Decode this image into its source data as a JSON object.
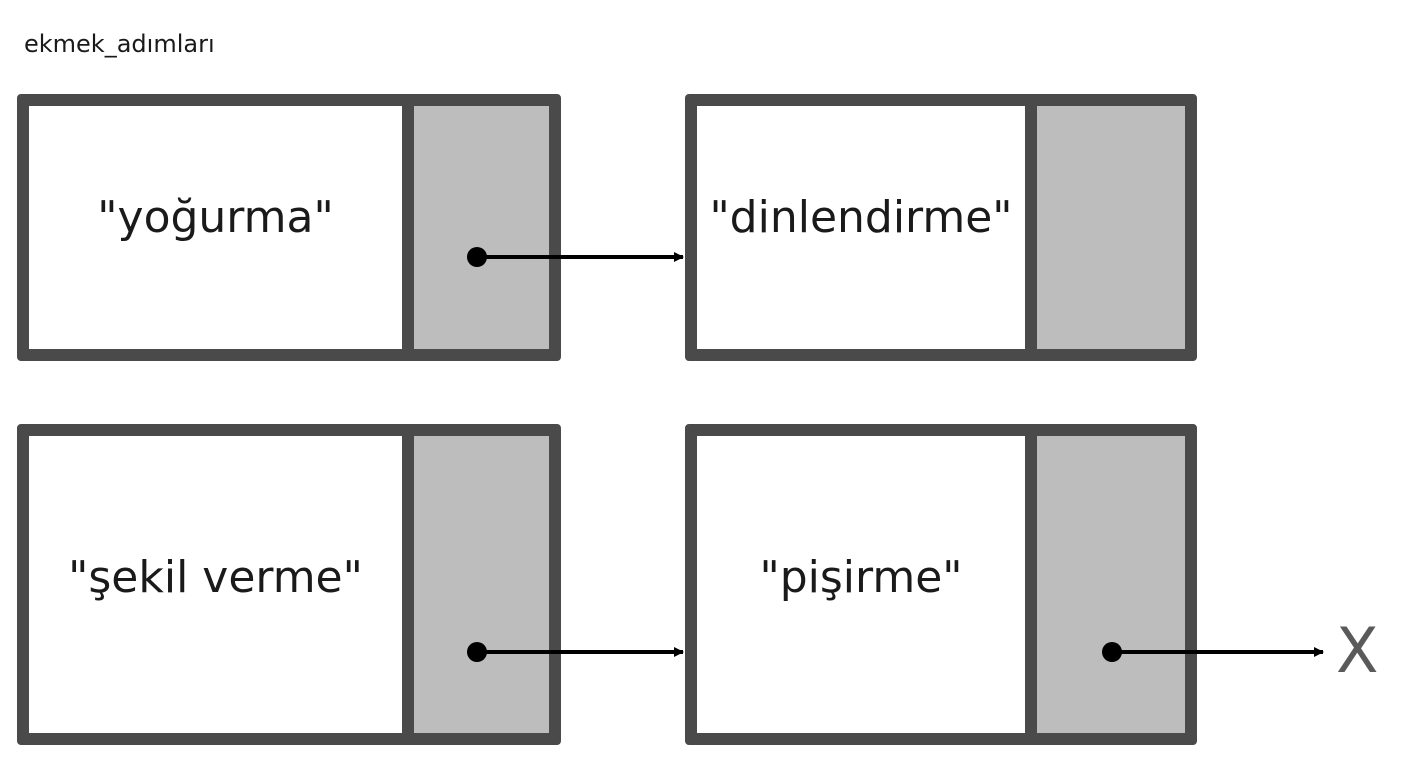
{
  "title": "ekmek_adımları",
  "nodes": [
    {
      "value": "\"yoğurma\""
    },
    {
      "value": "\"dinlendirme\""
    },
    {
      "value": "\"şekil verme\""
    },
    {
      "value": "\"pişirme\""
    }
  ],
  "null_label": "X",
  "colors": {
    "border": "#4a4a4a",
    "pointer_cell": "#bdbdbd",
    "arrow": "#000000"
  }
}
